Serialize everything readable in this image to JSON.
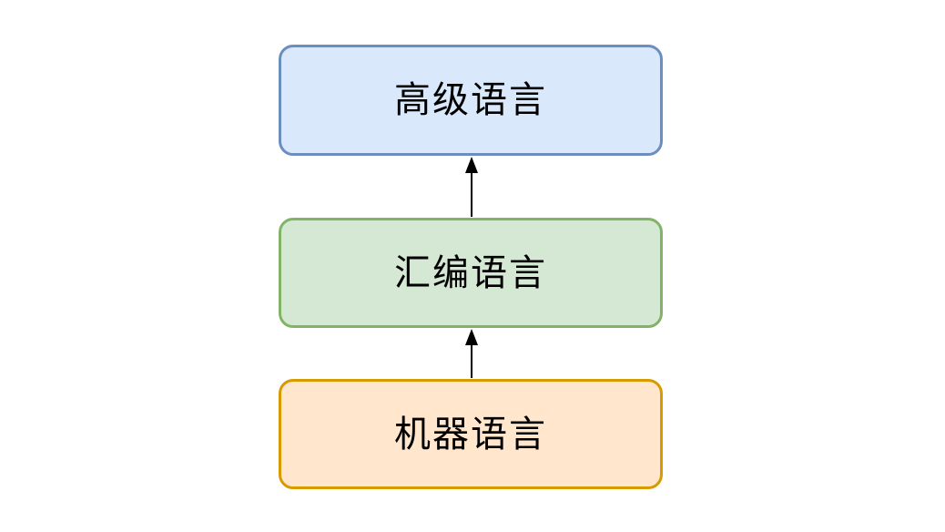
{
  "canvas": {
    "background": "#ffffff"
  },
  "nodes": [
    {
      "id": "high-level-language",
      "label": "高级语言",
      "fill": "#dae8fc",
      "stroke": "#6c8ebf",
      "text_color": "#000000"
    },
    {
      "id": "assembly-language",
      "label": "汇编语言",
      "fill": "#d5e8d4",
      "stroke": "#82b366",
      "text_color": "#000000"
    },
    {
      "id": "machine-language",
      "label": "机器语言",
      "fill": "#ffe6cc",
      "stroke": "#d79b00",
      "text_color": "#000000"
    }
  ],
  "edges": [
    {
      "from": "汇编语言",
      "to": "高级语言",
      "direction": "up",
      "arrow_color": "#000000"
    },
    {
      "from": "机器语言",
      "to": "汇编语言",
      "direction": "up",
      "arrow_color": "#000000"
    }
  ]
}
